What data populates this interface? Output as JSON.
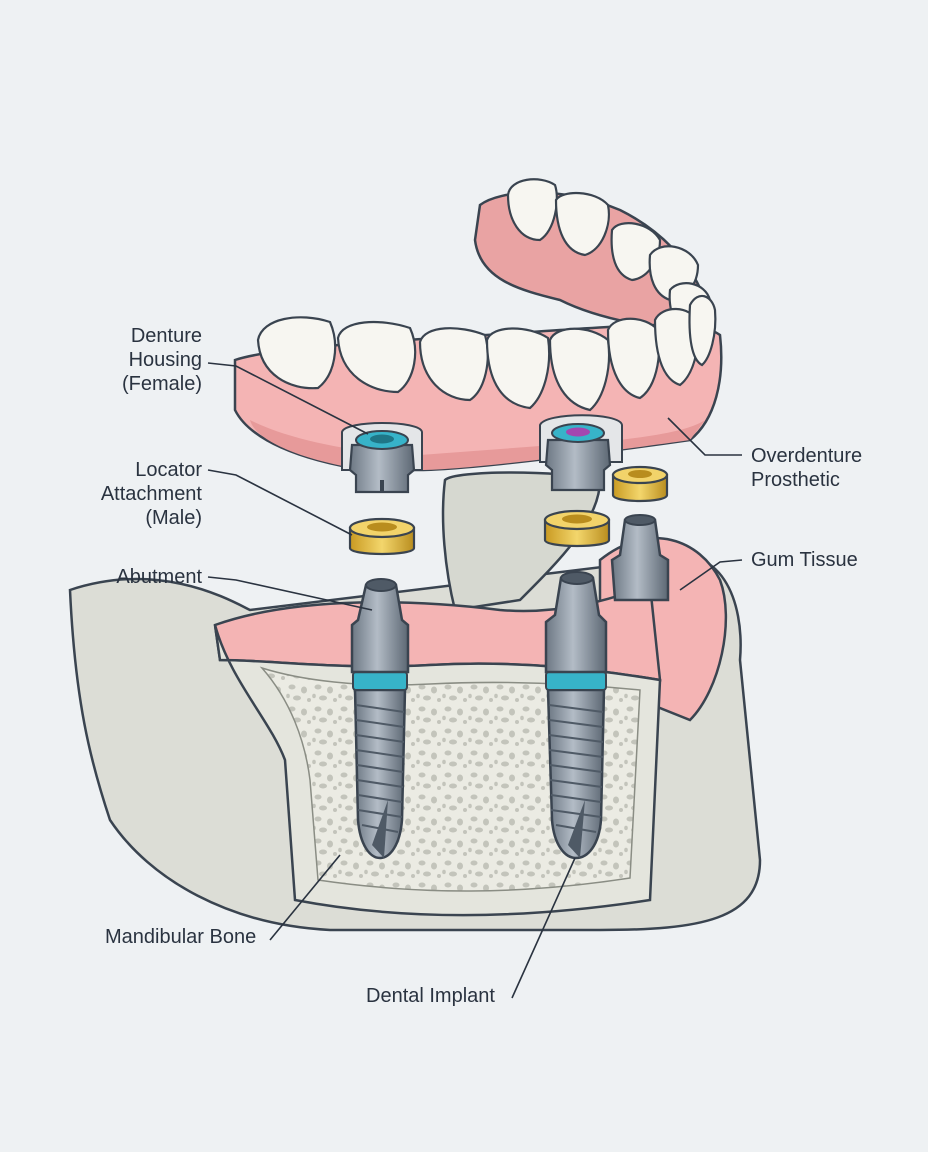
{
  "labels": {
    "denture_housing": [
      "Denture",
      "Housing",
      "(Female)"
    ],
    "locator_attachment": [
      "Locator",
      "Attachment",
      "(Male)"
    ],
    "abutment": "Abutment",
    "overdenture_prosthetic": [
      "Overdenture",
      "Prosthetic"
    ],
    "gum_tissue": "Gum Tissue",
    "mandibular_bone": "Mandibular Bone",
    "dental_implant": "Dental Implant"
  },
  "colors": {
    "background": "#eef1f3",
    "gum": "#f4b4b4",
    "gum_dark": "#e79a9a",
    "tooth": "#f7f6f1",
    "bone_outer": "#dcddd6",
    "bone_inner": "#ebebe3",
    "metal": "#8c97a3",
    "metal_dark": "#5d6874",
    "gold": "#e8c24a",
    "teal": "#37b3c9",
    "purple": "#a347b0",
    "outline": "#3a4450",
    "leader": "#2a3340"
  }
}
